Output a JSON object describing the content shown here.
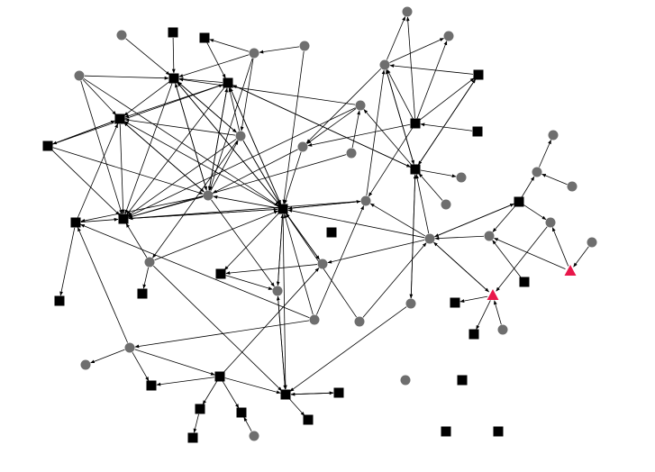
{
  "colors": {
    "background": "#ffffff",
    "edge": "#000000",
    "circle_node": "#6e6e6e",
    "square_node": "#000000",
    "triangle_node": "#e8174a"
  },
  "legend_shapes": [
    "circle",
    "square",
    "triangle"
  ]
}
